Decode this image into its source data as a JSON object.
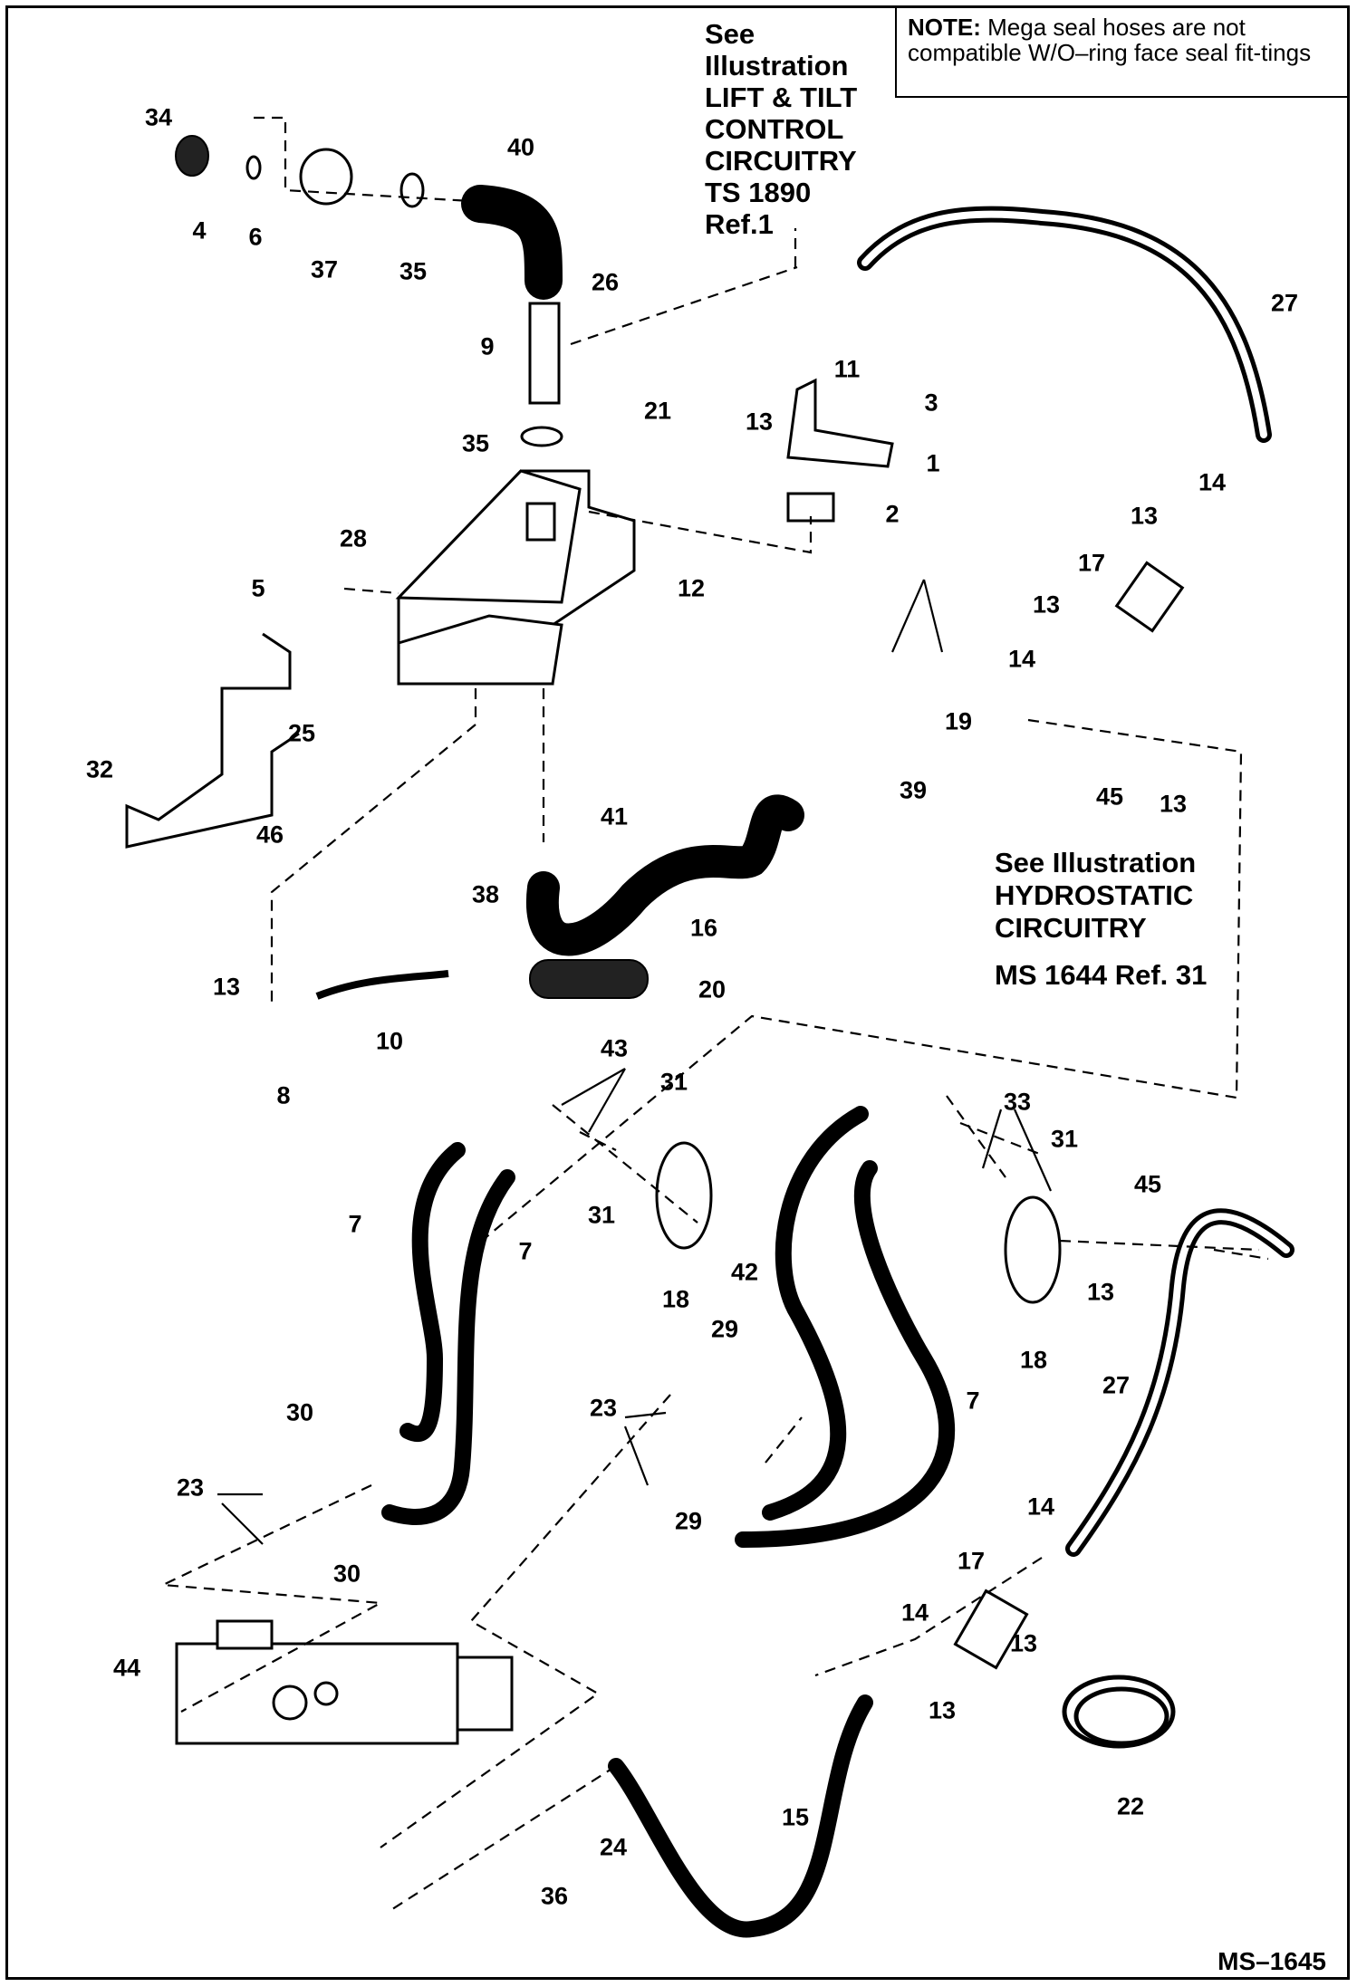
{
  "note": {
    "heading": "NOTE:",
    "text": "Mega seal hoses are not compatible W/O–ring face seal fit-tings"
  },
  "references": {
    "lift_tilt": [
      "See",
      "Illustration",
      "LIFT & TILT",
      "CONTROL",
      "CIRCUITRY",
      "TS 1890",
      "Ref.1"
    ],
    "hydrostatic": [
      "See Illustration",
      "HYDROSTATIC",
      "CIRCUITRY",
      "MS 1644 Ref. 31"
    ]
  },
  "drawing_code": "MS–1645",
  "callouts": [
    {
      "id": "c34",
      "text": "34"
    },
    {
      "id": "c4",
      "text": "4"
    },
    {
      "id": "c6",
      "text": "6"
    },
    {
      "id": "c37",
      "text": "37"
    },
    {
      "id": "c35a",
      "text": "35"
    },
    {
      "id": "c40",
      "text": "40"
    },
    {
      "id": "c26",
      "text": "26"
    },
    {
      "id": "c9",
      "text": "9"
    },
    {
      "id": "c21",
      "text": "21"
    },
    {
      "id": "c35b",
      "text": "35"
    },
    {
      "id": "c11",
      "text": "11"
    },
    {
      "id": "c3",
      "text": "3"
    },
    {
      "id": "c13a",
      "text": "13"
    },
    {
      "id": "c1",
      "text": "1"
    },
    {
      "id": "c2",
      "text": "2"
    },
    {
      "id": "c27a",
      "text": "27"
    },
    {
      "id": "c14a",
      "text": "14"
    },
    {
      "id": "c13b",
      "text": "13"
    },
    {
      "id": "c17a",
      "text": "17"
    },
    {
      "id": "c13c",
      "text": "13"
    },
    {
      "id": "c14b",
      "text": "14"
    },
    {
      "id": "c19",
      "text": "19"
    },
    {
      "id": "c45a",
      "text": "45"
    },
    {
      "id": "c13d",
      "text": "13"
    },
    {
      "id": "c28",
      "text": "28"
    },
    {
      "id": "c5",
      "text": "5"
    },
    {
      "id": "c12",
      "text": "12"
    },
    {
      "id": "c25",
      "text": "25"
    },
    {
      "id": "c32",
      "text": "32"
    },
    {
      "id": "c46",
      "text": "46"
    },
    {
      "id": "c41",
      "text": "41"
    },
    {
      "id": "c39",
      "text": "39"
    },
    {
      "id": "c16",
      "text": "16"
    },
    {
      "id": "c38",
      "text": "38"
    },
    {
      "id": "c13e",
      "text": "13"
    },
    {
      "id": "c10",
      "text": "10"
    },
    {
      "id": "c20",
      "text": "20"
    },
    {
      "id": "c8",
      "text": "8"
    },
    {
      "id": "c43",
      "text": "43"
    },
    {
      "id": "c31a",
      "text": "31"
    },
    {
      "id": "c31b",
      "text": "31"
    },
    {
      "id": "c7a",
      "text": "7"
    },
    {
      "id": "c7b",
      "text": "7"
    },
    {
      "id": "c18a",
      "text": "18"
    },
    {
      "id": "c33",
      "text": "33"
    },
    {
      "id": "c31c",
      "text": "31"
    },
    {
      "id": "c42",
      "text": "42"
    },
    {
      "id": "c45b",
      "text": "45"
    },
    {
      "id": "c13f",
      "text": "13"
    },
    {
      "id": "c18b",
      "text": "18"
    },
    {
      "id": "c27b",
      "text": "27"
    },
    {
      "id": "c29a",
      "text": "29"
    },
    {
      "id": "c30a",
      "text": "30"
    },
    {
      "id": "c23a",
      "text": "23"
    },
    {
      "id": "c7c",
      "text": "7"
    },
    {
      "id": "c29b",
      "text": "29"
    },
    {
      "id": "c30b",
      "text": "30"
    },
    {
      "id": "c23b",
      "text": "23"
    },
    {
      "id": "c14c",
      "text": "14"
    },
    {
      "id": "c17b",
      "text": "17"
    },
    {
      "id": "c14d",
      "text": "14"
    },
    {
      "id": "c13g",
      "text": "13"
    },
    {
      "id": "c13h",
      "text": "13"
    },
    {
      "id": "c44",
      "text": "44"
    },
    {
      "id": "c15",
      "text": "15"
    },
    {
      "id": "c24",
      "text": "24"
    },
    {
      "id": "c22",
      "text": "22"
    },
    {
      "id": "c36",
      "text": "36"
    }
  ]
}
